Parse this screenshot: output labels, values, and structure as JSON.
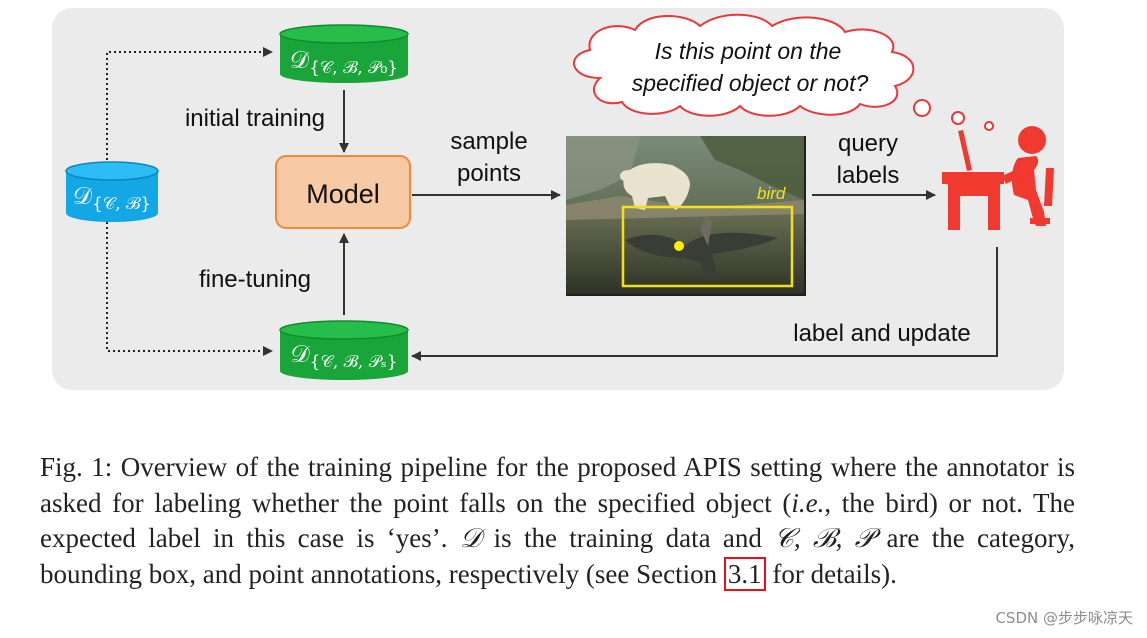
{
  "diagram": {
    "nodes": {
      "d_initial": {
        "symbol": "𝒟",
        "subscript": "{𝒞, ℬ, 𝒫₀}"
      },
      "d_full": {
        "symbol": "𝒟",
        "subscript": "{𝒞, ℬ}"
      },
      "d_sampled": {
        "symbol": "𝒟",
        "subscript": "{𝒞, ℬ, 𝒫ₛ}"
      },
      "model": {
        "label": "Model"
      },
      "image": {
        "bbox_label": "bird"
      }
    },
    "edge_labels": {
      "initial_training": "initial training",
      "fine_tuning": "fine-tuning",
      "sample_points_line1": "sample",
      "sample_points_line2": "points",
      "query_labels_line1": "query",
      "query_labels_line2": "labels",
      "label_update": "label and update"
    },
    "thought_bubble": {
      "line1": "Is this point on the",
      "line2": "specified object or not?"
    },
    "colors": {
      "panel_background": "#ebebeb",
      "green_db": "#1aa53a",
      "blue_db": "#14a7e6",
      "model_fill": "#f8c9a5",
      "model_border": "#ee8a3b",
      "annotator": "#f03a2f",
      "bubble_border": "#e8393a",
      "bbox": "#f0e21a",
      "point": "#fff000"
    },
    "icons": [
      "annotator-at-desk-icon",
      "database-cylinder-icon",
      "thought-bubble-icon"
    ]
  },
  "caption": {
    "fig_label": "Fig. 1:",
    "text_part1": "Overview of the training pipeline for the proposed APIS setting where the annotator is asked for labeling whether the point falls on the specified object (",
    "ie": "i.e.",
    "text_part2": ", the bird) or not. The expected label in this case is ‘yes’. ",
    "d_symbol": "𝒟",
    "text_part3": " is the training data and ",
    "cbp_symbols": "𝒞, ℬ, 𝒫",
    "text_part4": " are the category, bounding box, and point annotations, respectively (see Section ",
    "section_ref": "3.1",
    "text_part5": " for details)."
  },
  "watermark": "CSDN @步步咏凉天"
}
